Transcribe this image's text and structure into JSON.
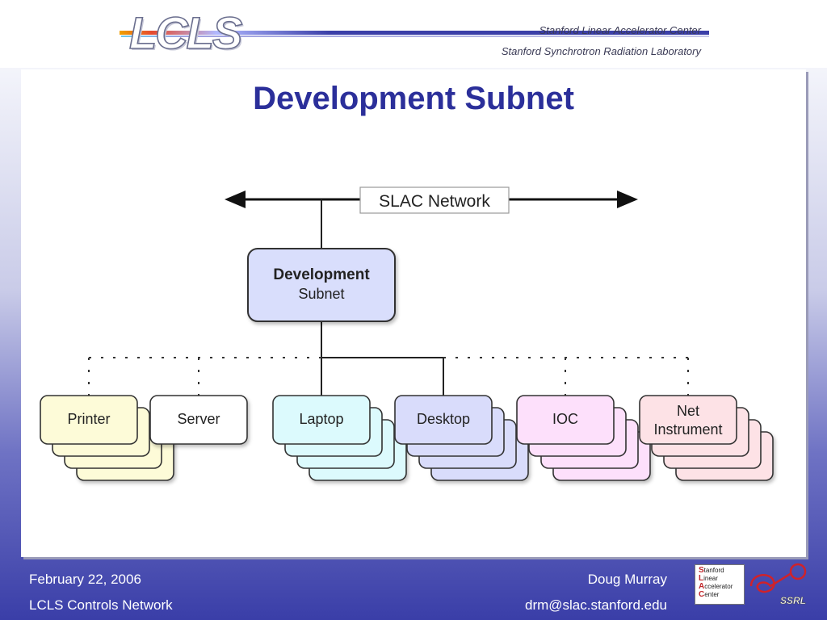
{
  "header": {
    "logo": "LCLS",
    "org_line1": "Stanford Linear Accelerator Center",
    "org_line2": "Stanford Synchrotron Radiation Laboratory"
  },
  "slide": {
    "title": "Development Subnet"
  },
  "diagram": {
    "network_label": "SLAC Network",
    "subnet_bold": "Development",
    "subnet_label": "Subnet",
    "nodes": [
      {
        "label": "Printer",
        "color": "#fdfbd8"
      },
      {
        "label": "Server",
        "color": "#ffffff"
      },
      {
        "label": "Laptop",
        "color": "#dcfafd"
      },
      {
        "label": "Desktop",
        "color": "#d9dcfb"
      },
      {
        "label": "IOC",
        "color": "#fde0fb"
      },
      {
        "label_line1": "Net",
        "label_line2": "Instrument",
        "color": "#fde2e6"
      }
    ]
  },
  "footer": {
    "date": "February 22, 2006",
    "network": "LCLS Controls Network",
    "author": "Doug Murray",
    "email": "drm@slac.stanford.edu"
  },
  "badge": {
    "l1_cap": "S",
    "l1_rest": "tanford",
    "l2_cap": "L",
    "l2_rest": "inear",
    "l3_cap": "A",
    "l3_rest": "ccelerator",
    "l4_cap": "C",
    "l4_rest": "enter",
    "ssrl": "SSRL"
  }
}
